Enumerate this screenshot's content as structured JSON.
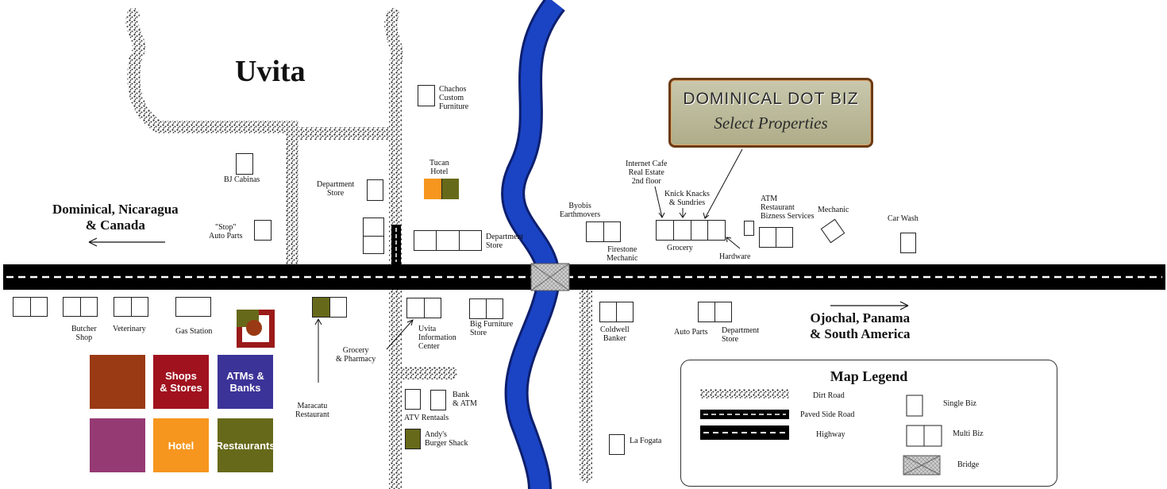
{
  "town": "Uvita",
  "logo": {
    "line1": "DOMINICAL DOT BIZ",
    "line2": "Select Properties"
  },
  "directions": {
    "west": "Dominical, Nicaragua\n& Canada",
    "east": "Ojochal, Panama\n& South America"
  },
  "places": {
    "chachos": "Chachos\nCustom\nFurniture",
    "bj_cabinas": "BJ Cabinas",
    "department_store_1": "Department\nStore",
    "tucan_hotel": "Tucan\nHotel",
    "stop_auto_parts": "\"Stop\"\nAuto Parts",
    "department_store_2": "Department\nStore",
    "byobis": "Byobis\nEarthmovers",
    "firestone": "Firestone\nMechanic",
    "internet_cafe": "Internet Cafe\nReal Estate\n2nd floor",
    "knick_knacks": "Knick Knacks\n& Sundries",
    "grocery": "Grocery",
    "hardware": "Hardware",
    "atm_restaurant": "ATM\nRestaurant\nBizness Services",
    "mechanic": "Mechanic",
    "car_wash": "Car Wash",
    "butcher": "Butcher\nShop",
    "veterinary": "Veterinary",
    "gas_station": "Gas Station",
    "maracatu": "Maracatu\nRestaurant",
    "grocery_pharmacy": "Grocery\n& Pharmacy",
    "uvita_info": "Uvita\nInformation\nCenter",
    "big_furniture": "Big Furniture\nStore",
    "bank_atm": "Bank\n& ATM",
    "atv_rentals": "ATV Rentaals",
    "andys": "Andy's\nBurger Shack",
    "coldwell": "Coldwell\nBanker",
    "auto_parts": "Auto Parts",
    "department_store_3": "Department\nStore",
    "la_fogata": "La Fogata"
  },
  "category_key": [
    {
      "label": "",
      "color": "#9a3a14"
    },
    {
      "label": "Shops\n& Stores",
      "color": "#a0121e"
    },
    {
      "label": "ATMs &\nBanks",
      "color": "#3c3398"
    },
    {
      "label": "",
      "color": "#963a74"
    },
    {
      "label": "Hotel",
      "color": "#f6961e"
    },
    {
      "label": "Restaurants",
      "color": "#67691a"
    }
  ],
  "colors": {
    "river": "#1238a8",
    "maroon": "#9b1a1a",
    "olive": "#67691a",
    "hotel_orange": "#f6961e"
  },
  "legend": {
    "title": "Map Legend",
    "dirt_road": "Dirt Road",
    "paved_side_road": "Paved Side Road",
    "highway": "Highway",
    "single_biz": "Single Biz",
    "multi_biz": "Multi Biz",
    "bridge": "Bridge"
  }
}
